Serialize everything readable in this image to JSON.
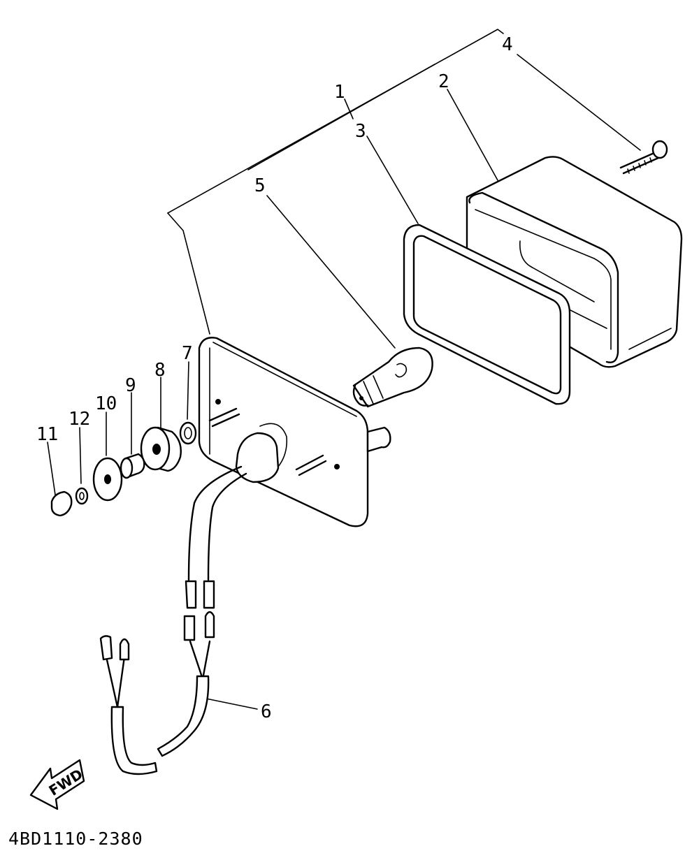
{
  "diagram": {
    "callouts": [
      {
        "id": "1",
        "label": "1"
      },
      {
        "id": "2",
        "label": "2"
      },
      {
        "id": "3",
        "label": "3"
      },
      {
        "id": "4",
        "label": "4"
      },
      {
        "id": "5",
        "label": "5"
      },
      {
        "id": "6",
        "label": "6"
      },
      {
        "id": "7",
        "label": "7"
      },
      {
        "id": "8",
        "label": "8"
      },
      {
        "id": "9",
        "label": "9"
      },
      {
        "id": "10",
        "label": "10"
      },
      {
        "id": "11",
        "label": "11"
      },
      {
        "id": "12",
        "label": "12"
      }
    ],
    "direction_arrow": {
      "label": "FWD"
    },
    "part_code": "4BD1110-2380"
  }
}
